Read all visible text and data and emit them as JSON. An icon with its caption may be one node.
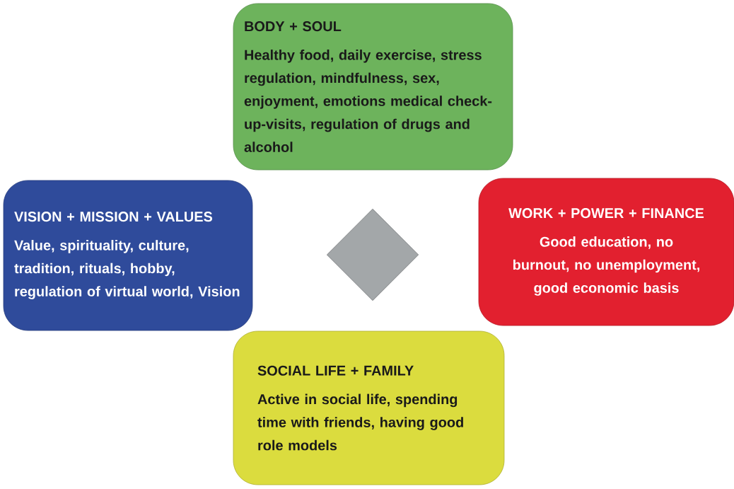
{
  "diagram": {
    "nodes": [
      {
        "text": [
          "BODY + SOUL",
          "Healthy food, daily exercise, stress regulation, mindfulness, sex, enjoyment, emotions medical check-up-visits, regulation of drugs and alcohol"
        ]
      },
      {
        "text": [
          "VISION + MISSION + VALUES",
          "Value, spirituality, culture, tradition, rituals, hobby, regulation of virtual world, Vision"
        ]
      },
      {
        "text": [],
        "shape": "diamond"
      },
      {
        "text": [
          "WORK + POWER + FINANCE",
          "Good education, no burnout, no unemployment, good economic basis"
        ]
      },
      {
        "text": [
          "SOCIAL LIFE + FAMILY",
          "Active in social life, spending time with friends, having good role models"
        ]
      }
    ]
  }
}
